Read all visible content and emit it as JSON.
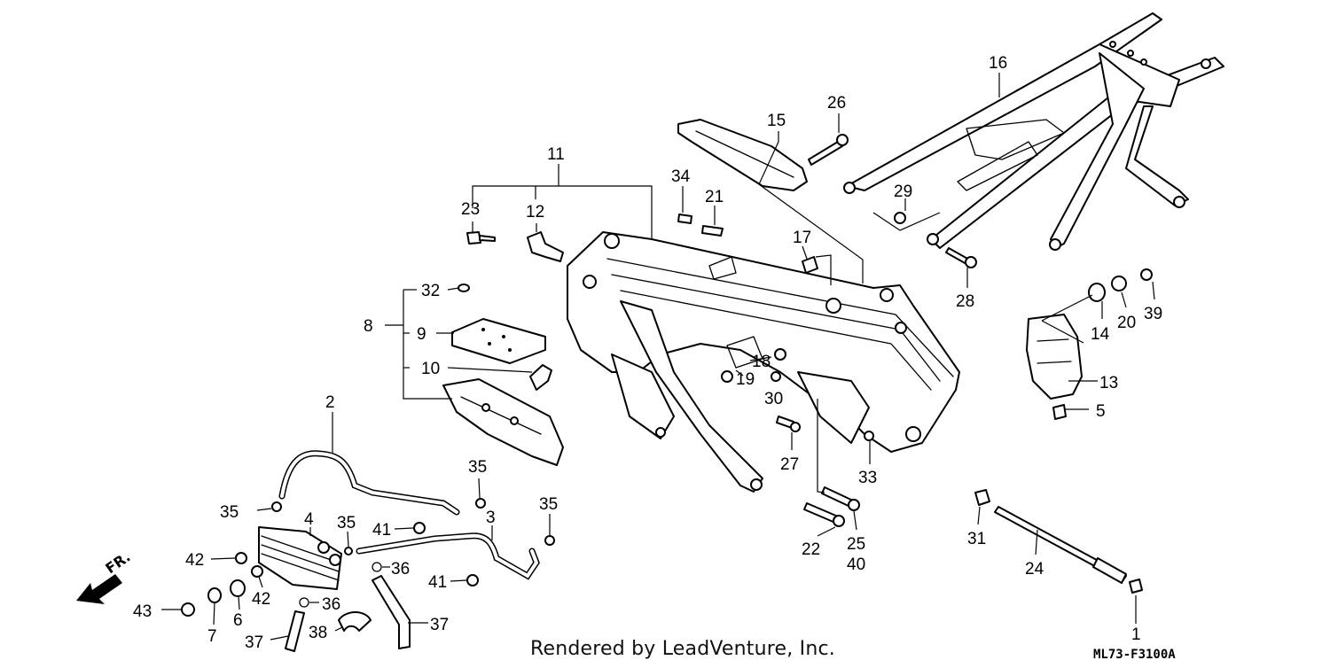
{
  "credit_text": "Rendered by LeadVenture, Inc.",
  "diagram_code": "ML73-F3100A",
  "front_marker": "FR.",
  "callouts": {
    "c1": "1",
    "c2": "2",
    "c3": "3",
    "c4": "4",
    "c5": "5",
    "c6": "6",
    "c7": "7",
    "c8": "8",
    "c9": "9",
    "c10": "10",
    "c11": "11",
    "c12": "12",
    "c13": "13",
    "c14": "14",
    "c15": "15",
    "c16": "16",
    "c17": "17",
    "c18": "18",
    "c19": "19",
    "c20": "20",
    "c21": "21",
    "c22": "22",
    "c23": "23",
    "c24": "24",
    "c25": "25",
    "c26": "26",
    "c27": "27",
    "c28": "28",
    "c29": "29",
    "c30": "30",
    "c31": "31",
    "c32": "32",
    "c33": "33",
    "c34": "34",
    "c35": "35",
    "c36": "36",
    "c37": "37",
    "c38": "38",
    "c39": "39",
    "c40": "40",
    "c41": "41",
    "c42": "42",
    "c43": "43"
  }
}
